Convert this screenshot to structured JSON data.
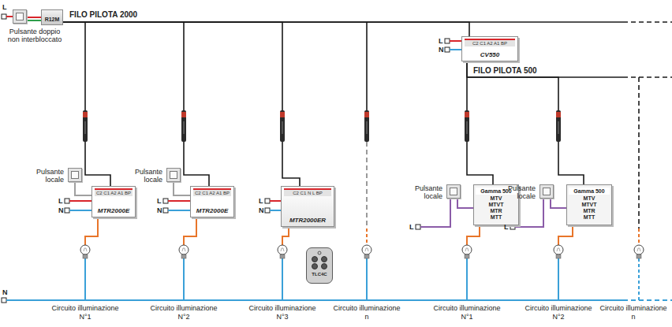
{
  "diagram": {
    "nodes": [
      {
        "text": [
          "Pulsante doppio non interbloccato"
        ]
      },
      {
        "text": [
          "R12M"
        ]
      },
      {
        "text": [
          "Pulsante locale"
        ]
      },
      {
        "text": [
          "C2 C1 A2 A1 BP",
          "MTR2000E"
        ]
      },
      {
        "text": [
          "Pulsante locale"
        ]
      },
      {
        "text": [
          "C2 C1 A2 A1 BP",
          "MTR2000E"
        ]
      },
      {
        "text": [
          "C2 C1 N L BP",
          "MTR2000ER"
        ]
      },
      {
        "text": [
          "TLC4C"
        ]
      },
      {
        "text": [
          "C2 C1 A2 A1 BP",
          "CV550"
        ]
      },
      {
        "text": [
          "Pulsante locale"
        ]
      },
      {
        "text": [
          "Gamma 500",
          "MTV MTVT MTR MTT"
        ]
      },
      {
        "text": [
          "Pulsante locale"
        ]
      },
      {
        "text": [
          "Gamma 500",
          "MTV MTVT MTR MTT"
        ]
      }
    ],
    "edges": [
      {
        "from": 0,
        "to": 1,
        "arrow": "none"
      },
      {
        "from": 1,
        "to": 3,
        "arrow": "none"
      },
      {
        "from": 1,
        "to": 5,
        "arrow": "none"
      },
      {
        "from": 1,
        "to": 6,
        "arrow": "none"
      },
      {
        "from": 1,
        "to": 8,
        "arrow": "none"
      },
      {
        "from": 8,
        "to": 10,
        "arrow": "none"
      },
      {
        "from": 8,
        "to": 12,
        "arrow": "none"
      },
      {
        "from": 2,
        "to": 3,
        "arrow": "none"
      },
      {
        "from": 4,
        "to": 5,
        "arrow": "none"
      },
      {
        "from": 9,
        "to": 10,
        "arrow": "none"
      },
      {
        "from": 11,
        "to": 12,
        "arrow": "none"
      }
    ],
    "labels": [
      "L",
      "FILO PILOTA 2000",
      "L",
      "N",
      "L",
      "N",
      "L",
      "N",
      "L",
      "N",
      "FILO PILOTA 500",
      "L",
      "L",
      "N",
      "Circuito illuminazione N°1",
      "Circuito illuminazione N°2",
      "Circuito illuminazione N°3",
      "Circuito illuminazione n",
      "Circuito illuminazione N°1",
      "Circuito illuminazione N°2",
      "Circuito illuminazione n"
    ]
  }
}
